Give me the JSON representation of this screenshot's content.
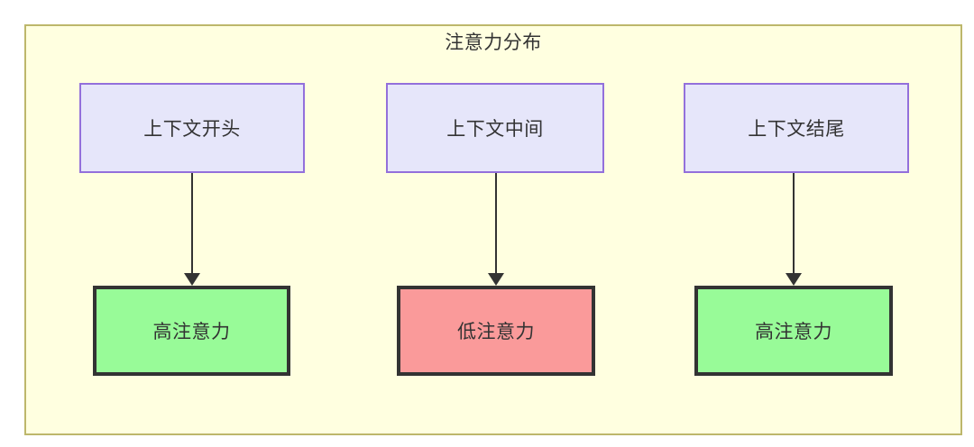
{
  "diagram": {
    "title": "注意力分布",
    "background_color": "#ffffff",
    "container": {
      "fill": "#ffffe0",
      "stroke": "#bdb76b"
    },
    "columns": [
      {
        "id": "start",
        "source": {
          "label": "上下文开头",
          "fill": "#e6e6fa",
          "stroke": "#9370db"
        },
        "target": {
          "label": "高注意力",
          "fill": "#98fb98",
          "stroke": "#333333"
        },
        "arrow": {
          "name": "arrow-down",
          "color": "#333333"
        }
      },
      {
        "id": "middle",
        "source": {
          "label": "上下文中间",
          "fill": "#e6e6fa",
          "stroke": "#9370db"
        },
        "target": {
          "label": "低注意力",
          "fill": "#fa9a9a",
          "stroke": "#333333"
        },
        "arrow": {
          "name": "arrow-down",
          "color": "#333333"
        }
      },
      {
        "id": "end",
        "source": {
          "label": "上下文结尾",
          "fill": "#e6e6fa",
          "stroke": "#9370db"
        },
        "target": {
          "label": "高注意力",
          "fill": "#98fb98",
          "stroke": "#333333"
        },
        "arrow": {
          "name": "arrow-down",
          "color": "#333333"
        }
      }
    ]
  }
}
